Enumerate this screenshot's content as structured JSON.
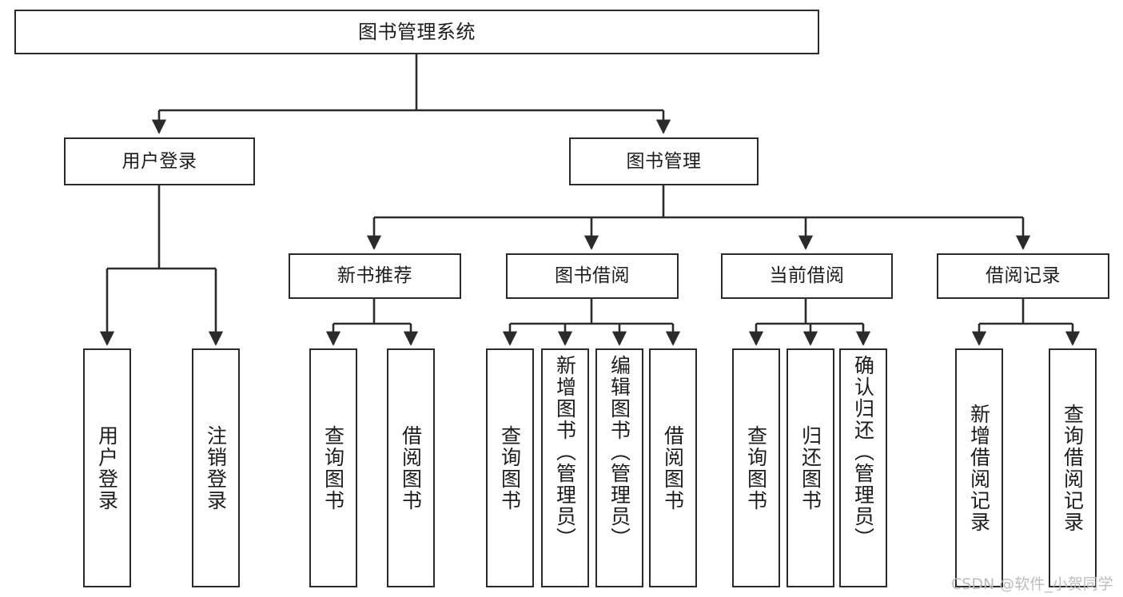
{
  "diagram": {
    "type": "tree-hierarchy",
    "title": "图书管理系统",
    "watermark": "CSDN @软件_小贺同学",
    "colors": {
      "stroke": "#2b2b2b",
      "fill": "#ffffff",
      "text": "#1c1c1c",
      "watermark": "#b9b9b9"
    },
    "nodes": {
      "root": "图书管理系统",
      "level2": {
        "user_login": "用户登录",
        "book_manage": "图书管理"
      },
      "level3": {
        "new_book_rec": "新书推荐",
        "book_borrow": "图书借阅",
        "current_borrow": "当前借阅",
        "borrow_record": "借阅记录"
      },
      "leaves": {
        "user_login_1": "用户登录",
        "user_login_2": "注销登录",
        "new_book_rec_1": "查询图书",
        "new_book_rec_2": "借阅图书",
        "book_borrow_1": "查询图书",
        "book_borrow_2": "新增图书（管理员）",
        "book_borrow_3": "编辑图书（管理员）",
        "book_borrow_4": "借阅图书",
        "current_borrow_1": "查询图书",
        "current_borrow_2": "归还图书",
        "current_borrow_3": "确认归还（管理员）",
        "borrow_record_1": "新增借阅记录",
        "borrow_record_2": "查询借阅记录"
      }
    },
    "edges": [
      {
        "from": "root",
        "to": "user_login"
      },
      {
        "from": "root",
        "to": "book_manage"
      },
      {
        "from": "user_login",
        "to": "user_login_1"
      },
      {
        "from": "user_login",
        "to": "user_login_2"
      },
      {
        "from": "book_manage",
        "to": "new_book_rec"
      },
      {
        "from": "book_manage",
        "to": "book_borrow"
      },
      {
        "from": "book_manage",
        "to": "current_borrow"
      },
      {
        "from": "book_manage",
        "to": "borrow_record"
      },
      {
        "from": "new_book_rec",
        "to": "new_book_rec_1"
      },
      {
        "from": "new_book_rec",
        "to": "new_book_rec_2"
      },
      {
        "from": "book_borrow",
        "to": "book_borrow_1"
      },
      {
        "from": "book_borrow",
        "to": "book_borrow_2"
      },
      {
        "from": "book_borrow",
        "to": "book_borrow_3"
      },
      {
        "from": "book_borrow",
        "to": "book_borrow_4"
      },
      {
        "from": "current_borrow",
        "to": "current_borrow_1"
      },
      {
        "from": "current_borrow",
        "to": "current_borrow_2"
      },
      {
        "from": "current_borrow",
        "to": "current_borrow_3"
      },
      {
        "from": "borrow_record",
        "to": "borrow_record_1"
      },
      {
        "from": "borrow_record",
        "to": "borrow_record_2"
      }
    ]
  }
}
